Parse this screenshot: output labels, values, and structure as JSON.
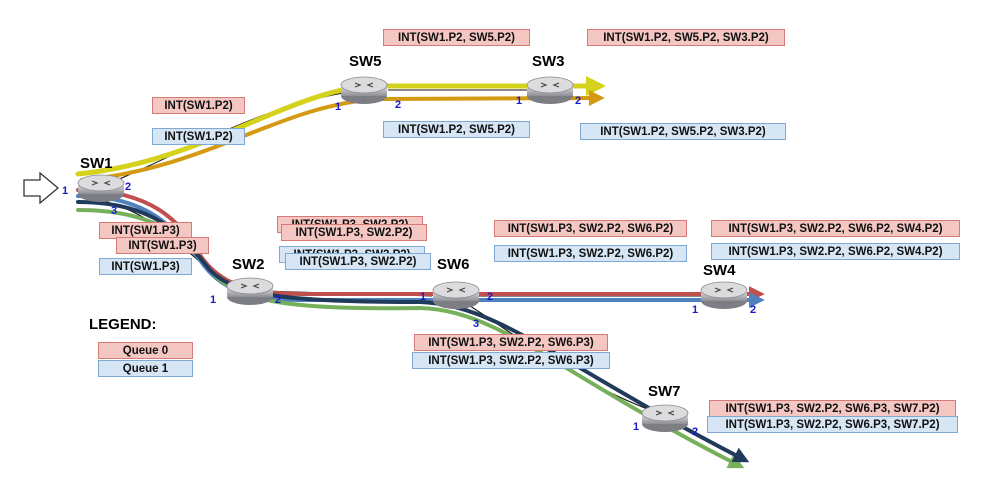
{
  "switches": {
    "sw1": "SW1",
    "sw2": "SW2",
    "sw3": "SW3",
    "sw4": "SW4",
    "sw5": "SW5",
    "sw6": "SW6",
    "sw7": "SW7"
  },
  "ports": {
    "p1": "1",
    "p2": "2",
    "p3": "3"
  },
  "legend": {
    "title": "LEGEND:",
    "queue0": "Queue 0",
    "queue1": "Queue 1"
  },
  "labels": {
    "sw5_q0": "INT(SW1.P2, SW5.P2)",
    "sw3_q0": "INT(SW1.P2, SW5.P2, SW3.P2)",
    "sw1p2_q0": "INT(SW1.P2)",
    "sw1p2_q1": "INT(SW1.P2)",
    "sw5_q1": "INT(SW1.P2, SW5.P2)",
    "sw3_q1": "INT(SW1.P2, SW5.P2, SW3.P2)",
    "sw2_q0_back": "INT(SW1.P3, SW2.P2)",
    "sw2_q0": "INT(SW1.P3, SW2.P2)",
    "sw1p3_q0_a": "INT(SW1.P3)",
    "sw1p3_q0_b": "INT(SW1.P3)",
    "sw1p3_q1": "INT(SW1.P3)",
    "sw2_q1_back": "INT(SW1.P3, SW2.P2)",
    "sw2_q1": "INT(SW1.P3, SW2.P2)",
    "sw6_q0": "INT(SW1.P3, SW2.P2, SW6.P2)",
    "sw6_q1": "INT(SW1.P3, SW2.P2, SW6.P2)",
    "sw4_q0": "INT(SW1.P3, SW2.P2, SW6.P2, SW4.P2)",
    "sw4_q1": "INT(SW1.P3, SW2.P2, SW6.P2, SW4.P2)",
    "sw6p3_q0": "INT(SW1.P3, SW2.P2, SW6.P3)",
    "sw6p3_q1": "INT(SW1.P3, SW2.P2, SW6.P3)",
    "sw7_q0": "INT(SW1.P3, SW2.P2, SW6.P3, SW7.P2)",
    "sw7_q1": "INT(SW1.P3, SW2.P2, SW6.P3, SW7.P2)"
  },
  "colors": {
    "queue0_fill": "#f4c7c3",
    "queue1_fill": "#d6e6f5",
    "path_yellow": "#d4d21a",
    "path_orange": "#d49a12",
    "path_red": "#c0504d",
    "path_blue": "#4f81bd",
    "path_green": "#77b05a",
    "path_navy": "#1f3a5a",
    "port_text": "#1a1acc"
  }
}
